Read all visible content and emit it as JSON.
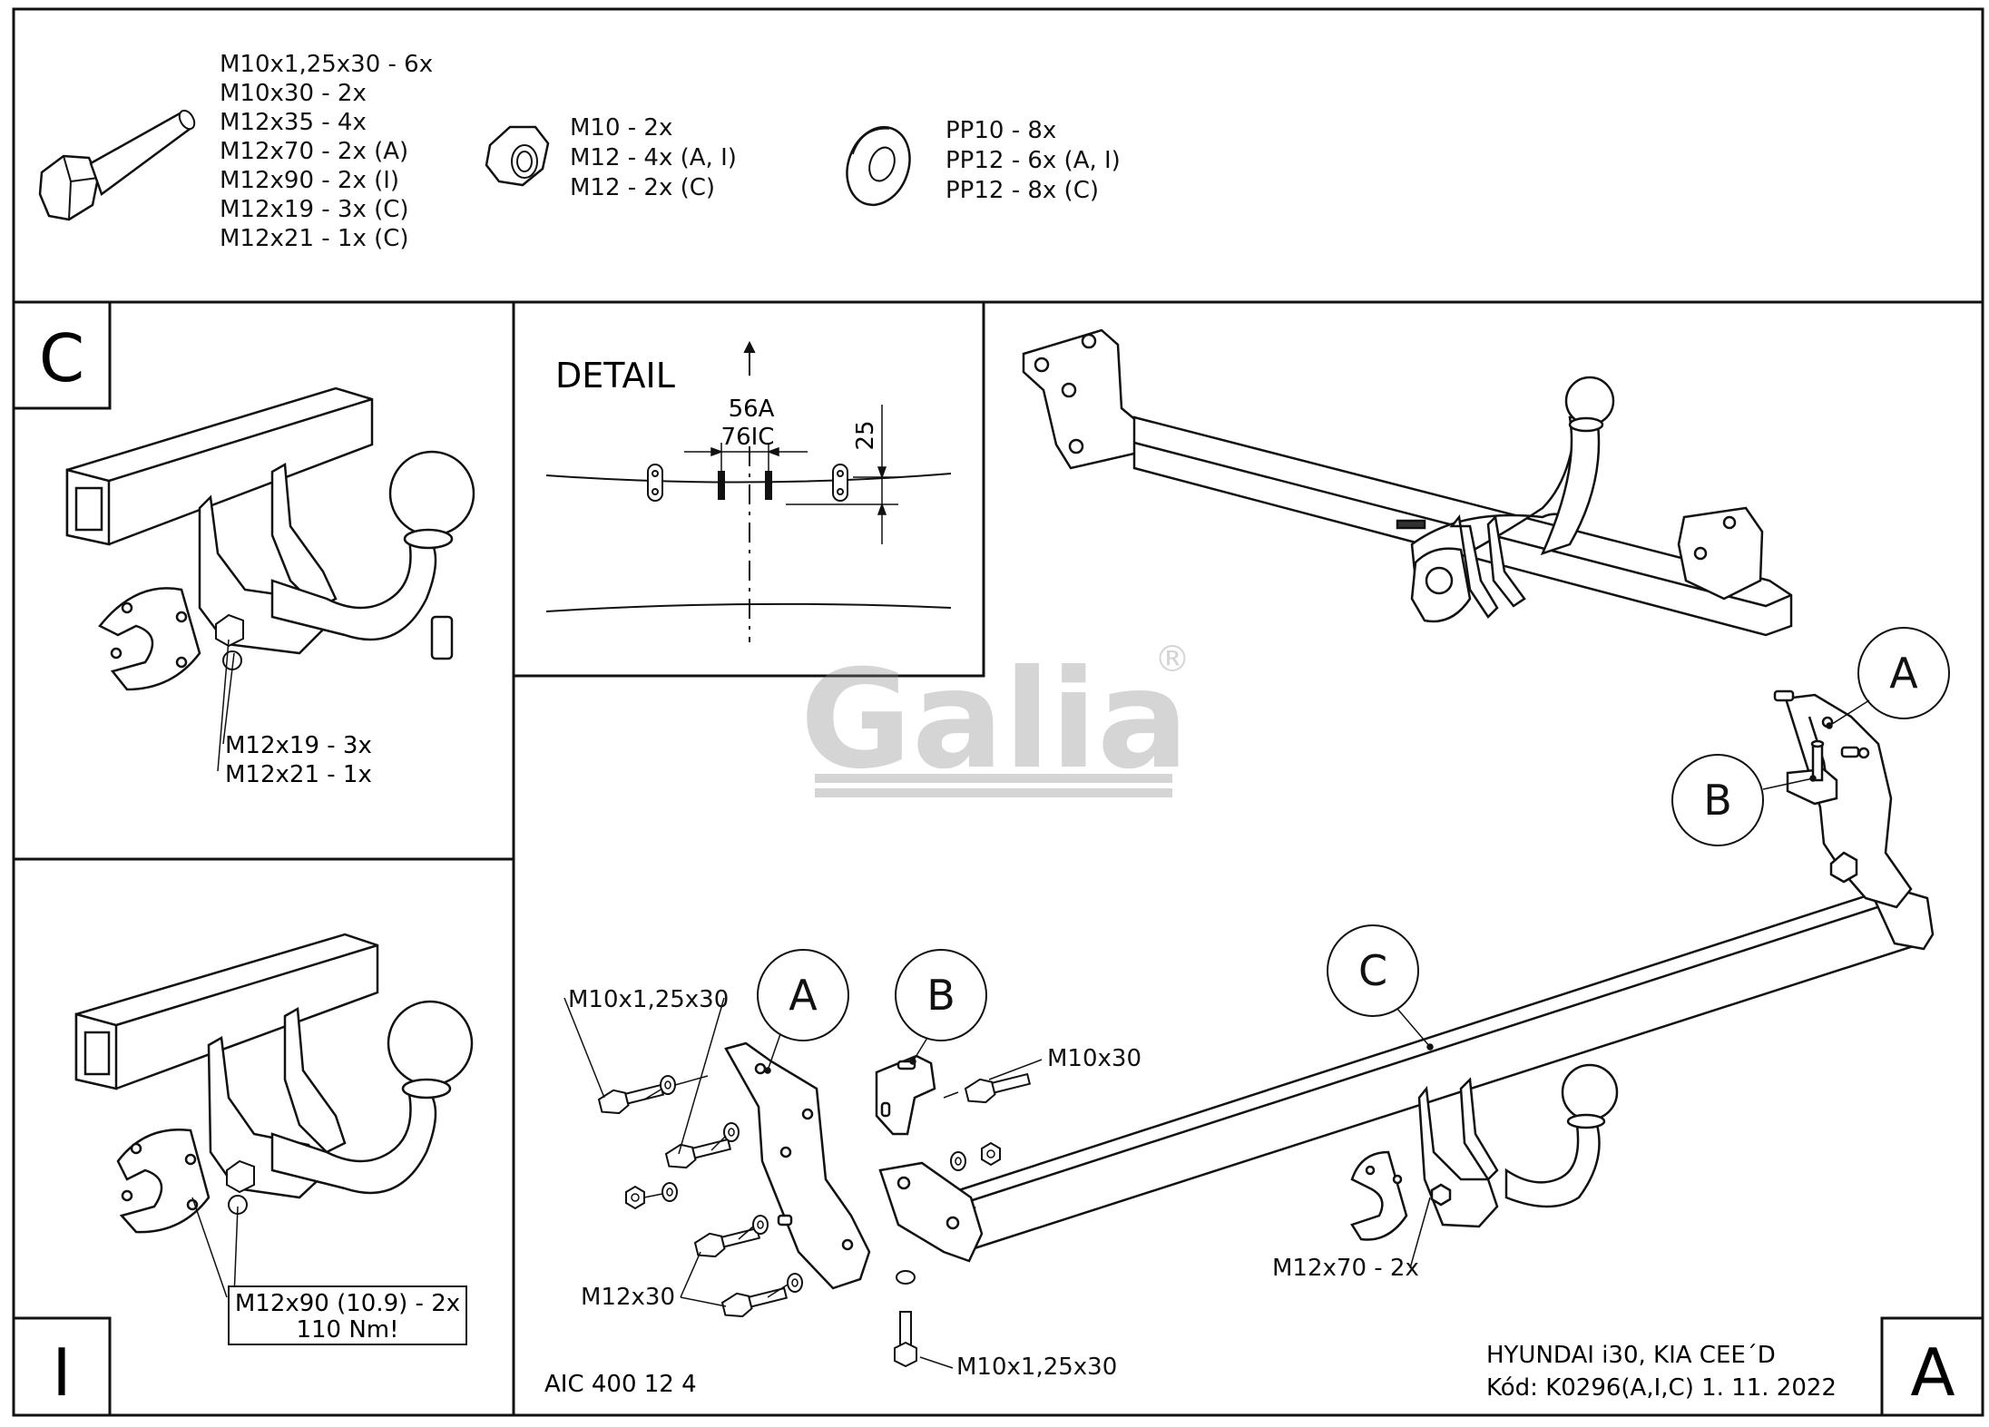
{
  "hardware": {
    "bolts": [
      "M10x1,25x30 - 6x",
      "M10x30 - 2x",
      "M12x35 - 4x",
      "M12x70 - 2x (A)",
      "M12x90 - 2x (I)",
      "M12x19 - 3x (C)",
      "M12x21 - 1x (C)"
    ],
    "nuts": [
      "M10 - 2x",
      "M12 - 4x (A, I)",
      "M12 - 2x (C)"
    ],
    "washers": [
      "PP10 - 8x",
      "PP12 - 6x (A, I)",
      "PP12 - 8x (C)"
    ]
  },
  "panel_c": {
    "letter": "C",
    "labels": [
      "M12x19 - 3x",
      "M12x21 - 1x"
    ]
  },
  "panel_i": {
    "letter": "I",
    "labels": [
      "M12x90 (10.9) - 2x",
      "110 Nm!"
    ]
  },
  "detail": {
    "title": "DETAIL",
    "dim_a": "56A",
    "dim_ic": "76IC",
    "dim_v": "25"
  },
  "watermark": {
    "text": "Galia",
    "reg": "®"
  },
  "main": {
    "callouts": {
      "a_top": "A",
      "b_right": "B",
      "a_left": "A",
      "b_left": "B",
      "c_mid": "C"
    },
    "labels": {
      "m10x125_top": "M10x1,25x30",
      "m10x30": "M10x30",
      "m12x30": "M12x30",
      "m10x125_bottom": "M10x1,25x30",
      "m12x70": "M12x70 - 2x"
    }
  },
  "footer": {
    "code": "AIC 400 12 4",
    "vehicle": "HYUNDAI i30, KIA CEE´D",
    "kod": "Kód: K0296(A,I,C)  1. 11. 2022",
    "corner_letter": "A"
  }
}
